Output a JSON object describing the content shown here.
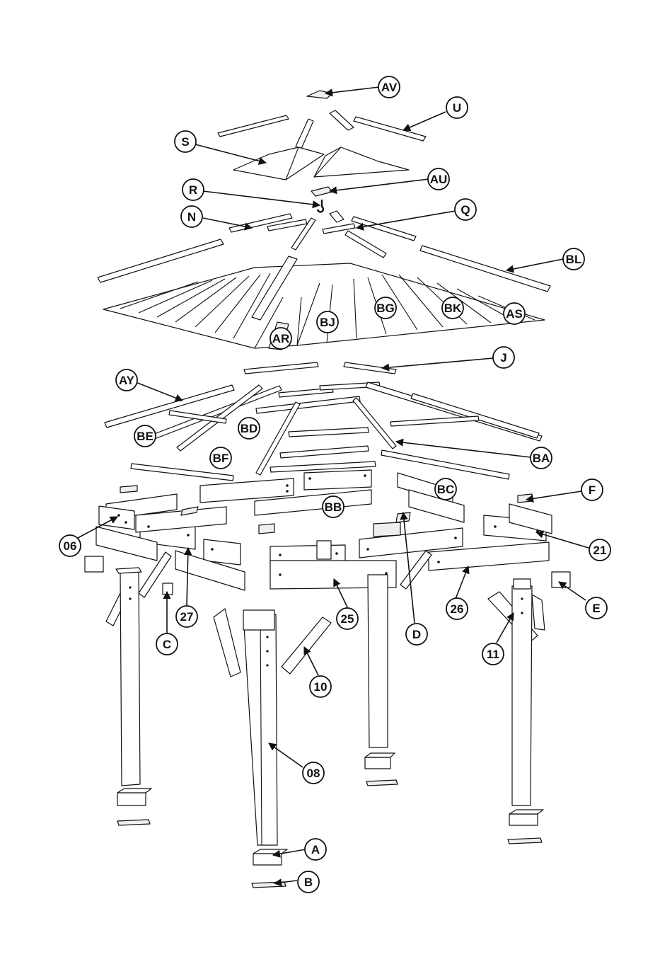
{
  "diagram": {
    "callouts": [
      {
        "label": "AV"
      },
      {
        "label": "U"
      },
      {
        "label": "S"
      },
      {
        "label": "AU"
      },
      {
        "label": "R"
      },
      {
        "label": "Q"
      },
      {
        "label": "N"
      },
      {
        "label": "BL"
      },
      {
        "label": "BG"
      },
      {
        "label": "BK"
      },
      {
        "label": "AS"
      },
      {
        "label": "BJ"
      },
      {
        "label": "AR"
      },
      {
        "label": "J"
      },
      {
        "label": "AY"
      },
      {
        "label": "BD"
      },
      {
        "label": "BE"
      },
      {
        "label": "BF"
      },
      {
        "label": "BA"
      },
      {
        "label": "BC"
      },
      {
        "label": "F"
      },
      {
        "label": "BB"
      },
      {
        "label": "06"
      },
      {
        "label": "21"
      },
      {
        "label": "E"
      },
      {
        "label": "26"
      },
      {
        "label": "27"
      },
      {
        "label": "25"
      },
      {
        "label": "D"
      },
      {
        "label": "C"
      },
      {
        "label": "11"
      },
      {
        "label": "10"
      },
      {
        "label": "08"
      },
      {
        "label": "A"
      },
      {
        "label": "B"
      }
    ]
  }
}
